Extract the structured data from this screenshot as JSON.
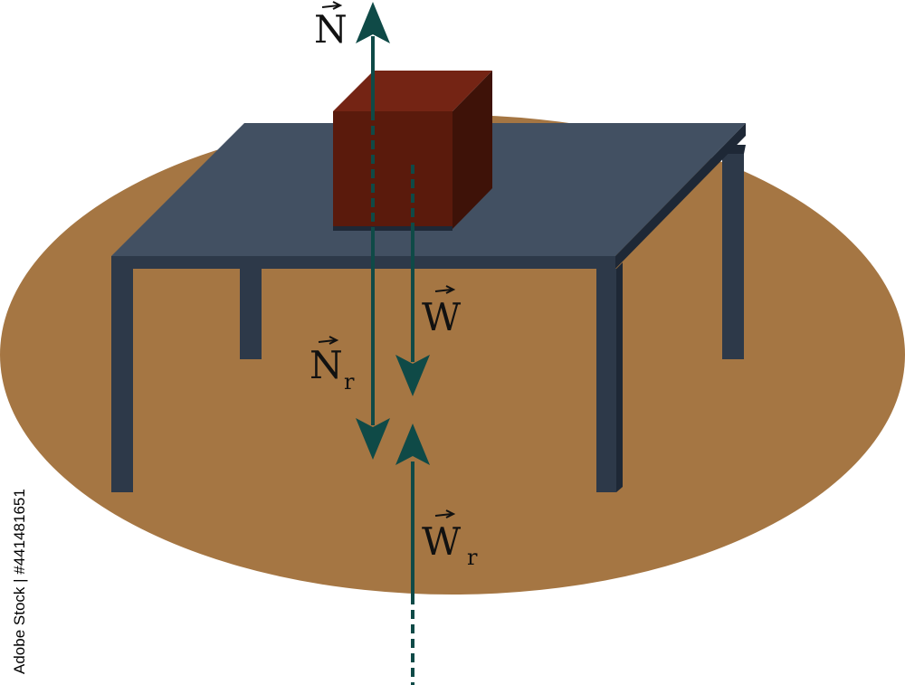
{
  "labels": {
    "normal": {
      "base": "N",
      "subscript": ""
    },
    "weight": {
      "base": "W",
      "subscript": ""
    },
    "normal_reaction": {
      "base": "N",
      "subscript": "r"
    },
    "weight_reaction": {
      "base": "W",
      "subscript": "r"
    }
  },
  "colors": {
    "floor": "#A57643",
    "table_top": "#425062",
    "table_side": "#2D3949",
    "box_front": "#5A1A0C",
    "box_top": "#742414",
    "box_side": "#3E1208",
    "arrow": "#0F4A47"
  },
  "watermark": {
    "stock_id": "Adobe Stock | #441481651"
  }
}
